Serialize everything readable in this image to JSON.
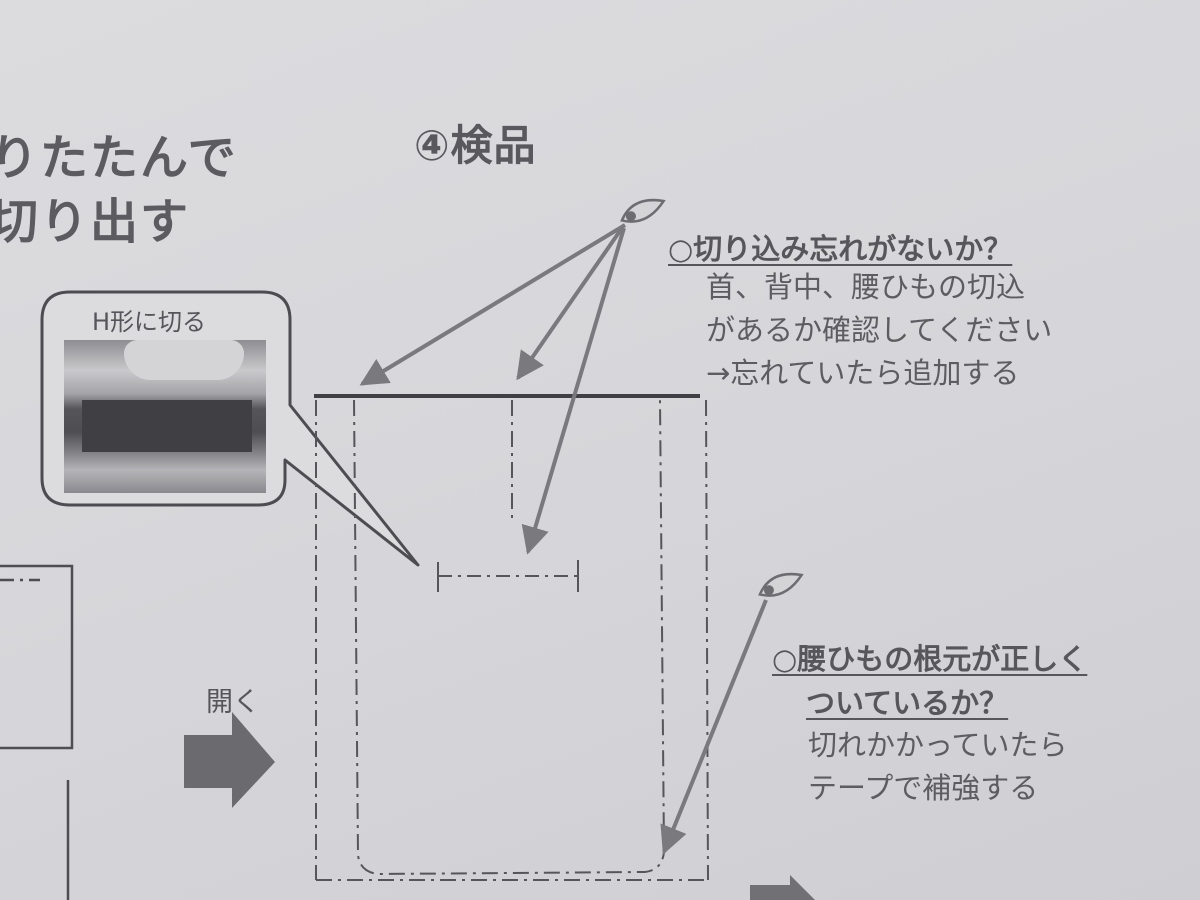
{
  "step_left": {
    "line1": "りたたんで",
    "line2": "切り出す"
  },
  "section_title": "④検品",
  "callout": {
    "label": "H形に切る"
  },
  "open_label": "開く",
  "check1": {
    "title": "○切り込み忘れがないか？",
    "lines": [
      "首、背中、腰ひもの切込",
      "があるか確認してください",
      "→忘れていたら追加する"
    ]
  },
  "check2": {
    "title_line1": "○腰ひもの根元が正しく",
    "title_line2": "ついているか？",
    "lines": [
      "切れかかっていたら",
      "テープで補強する"
    ]
  }
}
